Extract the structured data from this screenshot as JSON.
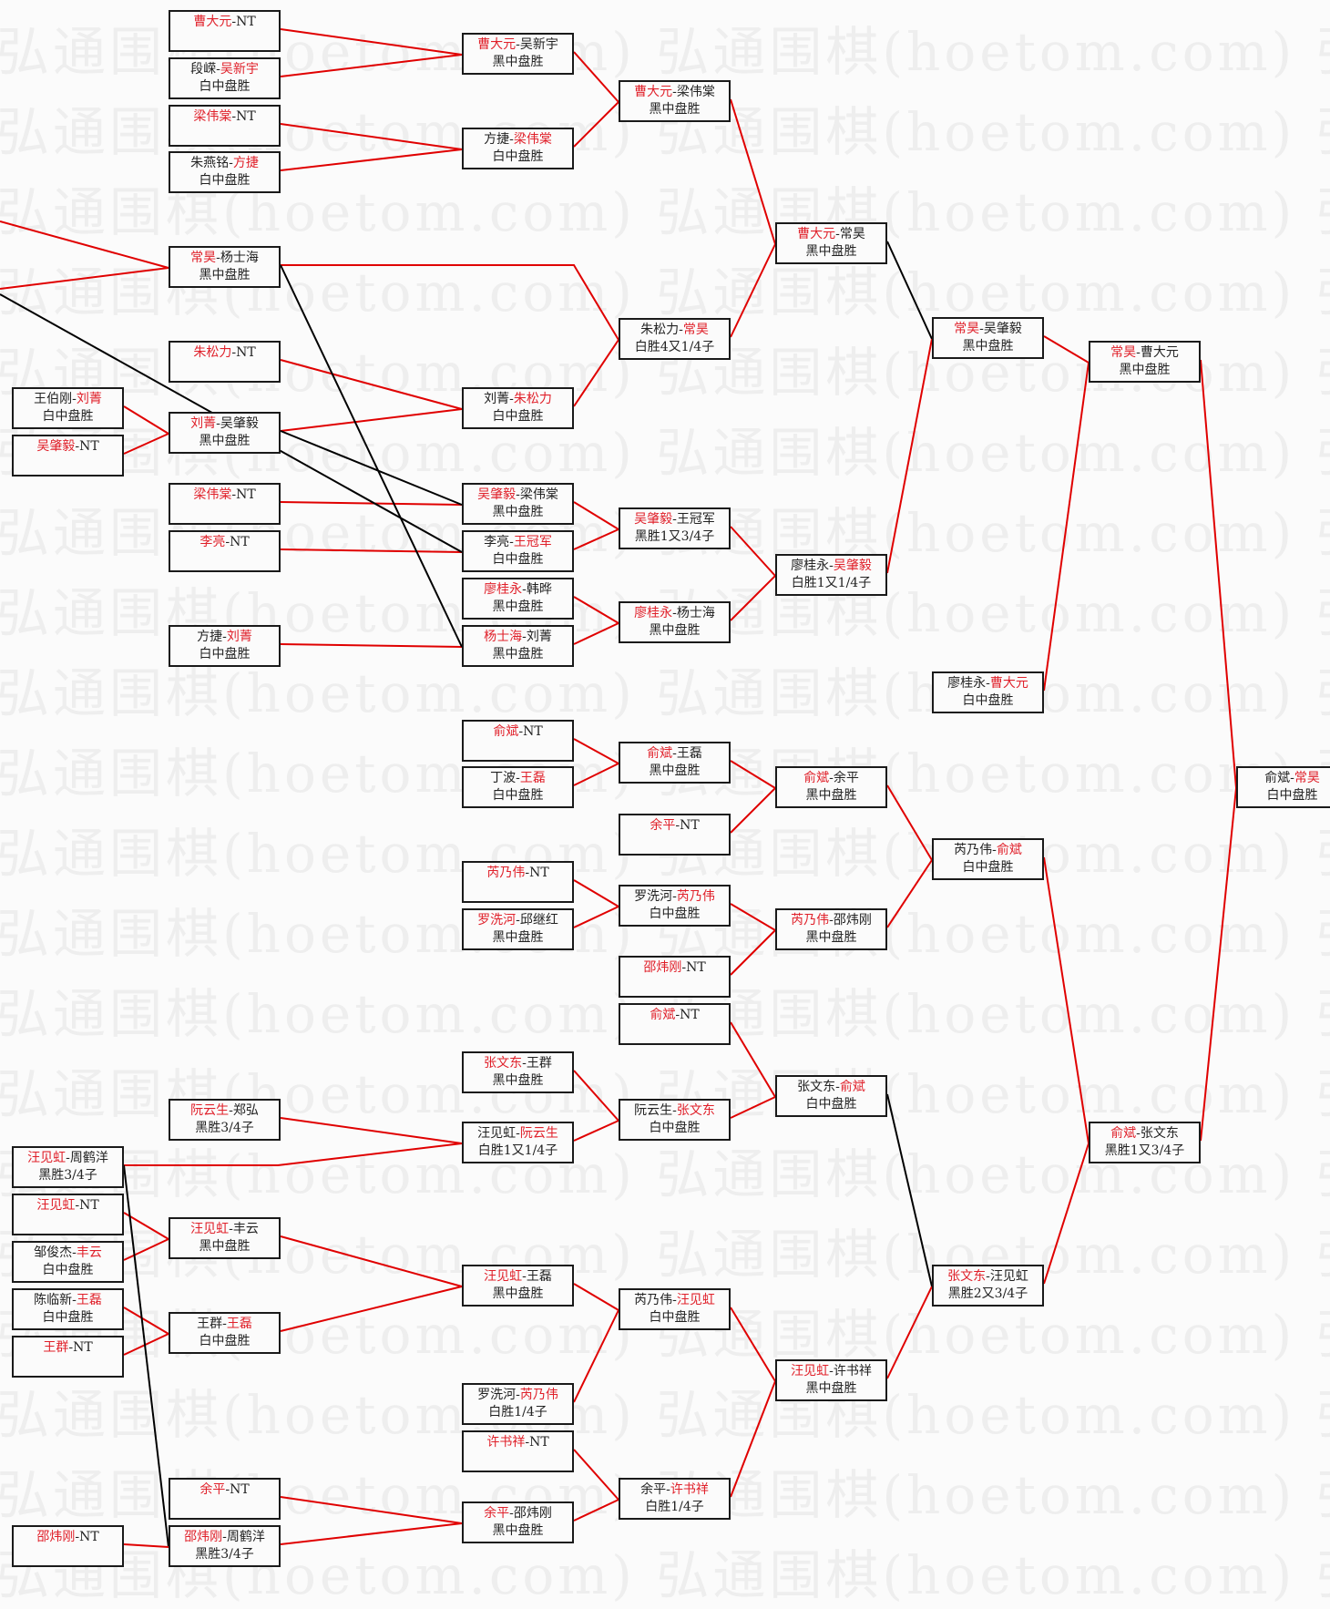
{
  "watermark": "弘通围棋(hoetom.com)",
  "colors": {
    "winner": "#e0202a",
    "line_red": "#e00000",
    "line_black": "#000000",
    "border": "#1a1a1a"
  },
  "matches": [
    {
      "id": "m1",
      "p1": "曹大元",
      "p2": "NT",
      "winner": 1,
      "result": ""
    },
    {
      "id": "m2",
      "p1": "段嵘",
      "p2": "吴新宇",
      "winner": 2,
      "result": "白中盘胜"
    },
    {
      "id": "m3",
      "p1": "梁伟棠",
      "p2": "NT",
      "winner": 1,
      "result": ""
    },
    {
      "id": "m4",
      "p1": "朱燕铭",
      "p2": "方捷",
      "winner": 2,
      "result": "白中盘胜"
    },
    {
      "id": "m5",
      "p1": "常昊",
      "p2": "杨士海",
      "winner": 1,
      "result": "黑中盘胜"
    },
    {
      "id": "m6",
      "p1": "朱松力",
      "p2": "NT",
      "winner": 1,
      "result": ""
    },
    {
      "id": "m7",
      "p1": "王伯刚",
      "p2": "刘菁",
      "winner": 2,
      "result": "白中盘胜"
    },
    {
      "id": "m8",
      "p1": "吴肇毅",
      "p2": "NT",
      "winner": 1,
      "result": ""
    },
    {
      "id": "m9",
      "p1": "刘菁",
      "p2": "吴肇毅",
      "winner": 1,
      "result": "黑中盘胜"
    },
    {
      "id": "m10",
      "p1": "梁伟棠",
      "p2": "NT",
      "winner": 1,
      "result": ""
    },
    {
      "id": "m11",
      "p1": "李亮",
      "p2": "NT",
      "winner": 1,
      "result": ""
    },
    {
      "id": "m12",
      "p1": "方捷",
      "p2": "刘菁",
      "winner": 2,
      "result": "白中盘胜"
    },
    {
      "id": "m13",
      "p1": "曹大元",
      "p2": "吴新宇",
      "winner": 1,
      "result": "黑中盘胜"
    },
    {
      "id": "m14",
      "p1": "方捷",
      "p2": "梁伟棠",
      "winner": 2,
      "result": "白中盘胜"
    },
    {
      "id": "m15",
      "p1": "刘菁",
      "p2": "朱松力",
      "winner": 2,
      "result": "白中盘胜"
    },
    {
      "id": "m16",
      "p1": "吴肇毅",
      "p2": "梁伟棠",
      "winner": 1,
      "result": "黑中盘胜"
    },
    {
      "id": "m17",
      "p1": "李亮",
      "p2": "王冠军",
      "winner": 2,
      "result": "白中盘胜"
    },
    {
      "id": "m18",
      "p1": "廖桂永",
      "p2": "韩晔",
      "winner": 1,
      "result": "黑中盘胜"
    },
    {
      "id": "m19",
      "p1": "杨士海",
      "p2": "刘菁",
      "winner": 1,
      "result": "黑中盘胜"
    },
    {
      "id": "m20",
      "p1": "曹大元",
      "p2": "梁伟棠",
      "winner": 1,
      "result": "黑中盘胜"
    },
    {
      "id": "m21",
      "p1": "朱松力",
      "p2": "常昊",
      "winner": 2,
      "result": "白胜4又1/4子"
    },
    {
      "id": "m22",
      "p1": "吴肇毅",
      "p2": "王冠军",
      "winner": 1,
      "result": "黑胜1又3/4子"
    },
    {
      "id": "m23",
      "p1": "廖桂永",
      "p2": "杨士海",
      "winner": 1,
      "result": "黑中盘胜"
    },
    {
      "id": "m24",
      "p1": "曹大元",
      "p2": "常昊",
      "winner": 1,
      "result": "黑中盘胜"
    },
    {
      "id": "m25",
      "p1": "廖桂永",
      "p2": "吴肇毅",
      "winner": 2,
      "result": "白胜1又1/4子"
    },
    {
      "id": "m26",
      "p1": "常昊",
      "p2": "吴肇毅",
      "winner": 1,
      "result": "黑中盘胜"
    },
    {
      "id": "m27",
      "p1": "常昊",
      "p2": "曹大元",
      "winner": 1,
      "result": "黑中盘胜"
    },
    {
      "id": "m28",
      "p1": "廖桂永",
      "p2": "曹大元",
      "winner": 2,
      "result": "白中盘胜"
    },
    {
      "id": "m29",
      "p1": "俞斌",
      "p2": "NT",
      "winner": 1,
      "result": ""
    },
    {
      "id": "m30",
      "p1": "丁波",
      "p2": "王磊",
      "winner": 2,
      "result": "白中盘胜"
    },
    {
      "id": "m31",
      "p1": "俞斌",
      "p2": "王磊",
      "winner": 1,
      "result": "黑中盘胜"
    },
    {
      "id": "m32",
      "p1": "余平",
      "p2": "NT",
      "winner": 1,
      "result": ""
    },
    {
      "id": "m33",
      "p1": "俞斌",
      "p2": "余平",
      "winner": 1,
      "result": "黑中盘胜"
    },
    {
      "id": "m34",
      "p1": "芮乃伟",
      "p2": "NT",
      "winner": 1,
      "result": ""
    },
    {
      "id": "m35",
      "p1": "罗洗河",
      "p2": "邱继红",
      "winner": 1,
      "result": "黑中盘胜"
    },
    {
      "id": "m36",
      "p1": "罗洗河",
      "p2": "芮乃伟",
      "winner": 2,
      "result": "白中盘胜"
    },
    {
      "id": "m37",
      "p1": "邵炜刚",
      "p2": "NT",
      "winner": 1,
      "result": ""
    },
    {
      "id": "m38",
      "p1": "芮乃伟",
      "p2": "邵炜刚",
      "winner": 1,
      "result": "黑中盘胜"
    },
    {
      "id": "m39",
      "p1": "芮乃伟",
      "p2": "俞斌",
      "winner": 2,
      "result": "白中盘胜"
    },
    {
      "id": "m40",
      "p1": "俞斌",
      "p2": "常昊",
      "winner": 2,
      "result": "白中盘胜"
    },
    {
      "id": "m41",
      "p1": "俞斌",
      "p2": "NT",
      "winner": 1,
      "result": ""
    },
    {
      "id": "m42",
      "p1": "张文东",
      "p2": "王群",
      "winner": 1,
      "result": "黑中盘胜"
    },
    {
      "id": "m43",
      "p1": "阮云生",
      "p2": "郑弘",
      "winner": 1,
      "result": "黑胜3/4子"
    },
    {
      "id": "m44",
      "p1": "汪见虹",
      "p2": "周鹤洋",
      "winner": 1,
      "result": "黑胜3/4子"
    },
    {
      "id": "m45",
      "p1": "汪见虹",
      "p2": "阮云生",
      "winner": 2,
      "result": "白胜1又1/4子"
    },
    {
      "id": "m46",
      "p1": "阮云生",
      "p2": "张文东",
      "winner": 2,
      "result": "白中盘胜"
    },
    {
      "id": "m47",
      "p1": "张文东",
      "p2": "俞斌",
      "winner": 2,
      "result": "白中盘胜"
    },
    {
      "id": "m48",
      "p1": "俞斌",
      "p2": "张文东",
      "winner": 1,
      "result": "黑胜1又3/4子"
    },
    {
      "id": "m49",
      "p1": "汪见虹",
      "p2": "NT",
      "winner": 1,
      "result": ""
    },
    {
      "id": "m50",
      "p1": "邹俊杰",
      "p2": "丰云",
      "winner": 2,
      "result": "白中盘胜"
    },
    {
      "id": "m51",
      "p1": "陈临新",
      "p2": "王磊",
      "winner": 2,
      "result": "白中盘胜"
    },
    {
      "id": "m52",
      "p1": "王群",
      "p2": "NT",
      "winner": 1,
      "result": ""
    },
    {
      "id": "m53",
      "p1": "汪见虹",
      "p2": "丰云",
      "winner": 1,
      "result": "黑中盘胜"
    },
    {
      "id": "m54",
      "p1": "王群",
      "p2": "王磊",
      "winner": 2,
      "result": "白中盘胜"
    },
    {
      "id": "m55",
      "p1": "汪见虹",
      "p2": "王磊",
      "winner": 1,
      "result": "黑中盘胜"
    },
    {
      "id": "m56",
      "p1": "芮乃伟",
      "p2": "汪见虹",
      "winner": 2,
      "result": "白中盘胜"
    },
    {
      "id": "m57",
      "p1": "罗洗河",
      "p2": "芮乃伟",
      "winner": 2,
      "result": "白胜1/4子"
    },
    {
      "id": "m58",
      "p1": "许书祥",
      "p2": "NT",
      "winner": 1,
      "result": ""
    },
    {
      "id": "m59",
      "p1": "余平",
      "p2": "NT",
      "winner": 1,
      "result": ""
    },
    {
      "id": "m60",
      "p1": "邵炜刚",
      "p2": "NT",
      "winner": 1,
      "result": ""
    },
    {
      "id": "m61",
      "p1": "邵炜刚",
      "p2": "周鹤洋",
      "winner": 1,
      "result": "黑胜3/4子"
    },
    {
      "id": "m62",
      "p1": "余平",
      "p2": "邵炜刚",
      "winner": 1,
      "result": "黑中盘胜"
    },
    {
      "id": "m63",
      "p1": "余平",
      "p2": "许书祥",
      "winner": 2,
      "result": "白胜1/4子"
    },
    {
      "id": "m64",
      "p1": "汪见虹",
      "p2": "许书祥",
      "winner": 1,
      "result": "黑中盘胜"
    },
    {
      "id": "m65",
      "p1": "张文东",
      "p2": "汪见虹",
      "winner": 1,
      "result": "黑胜2又3/4子"
    }
  ]
}
